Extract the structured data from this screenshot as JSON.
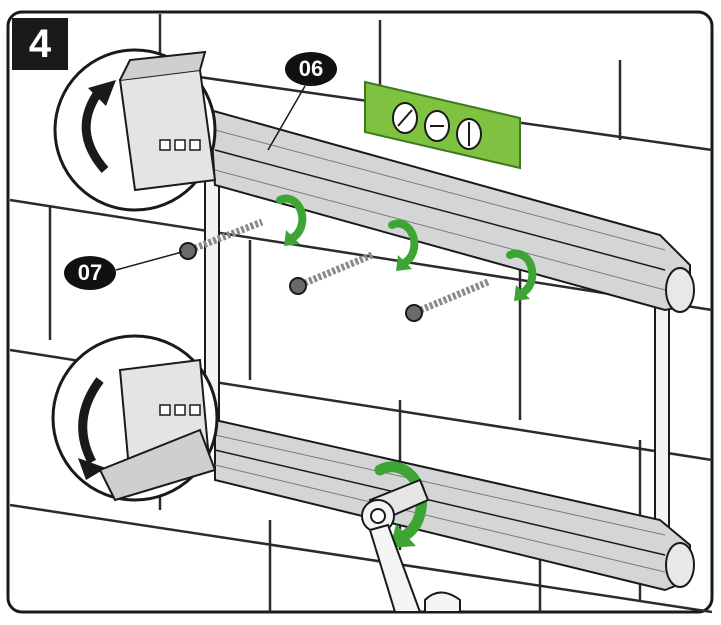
{
  "step": {
    "number": "4"
  },
  "callouts": {
    "bracket_part": "06",
    "screw_part": "07"
  },
  "colors": {
    "arrow_green": "#3ea535",
    "level_green": "#7fc241",
    "outline": "#1a1a1a",
    "metal": "#d4d6d6",
    "wall_line": "#2b2b2b"
  },
  "icons": {
    "rotate_arrow": "clockwise-arrow-icon",
    "bubble_level": "spirit-level-icon",
    "screw": "lag-screw-icon",
    "wrench": "socket-wrench-icon"
  }
}
